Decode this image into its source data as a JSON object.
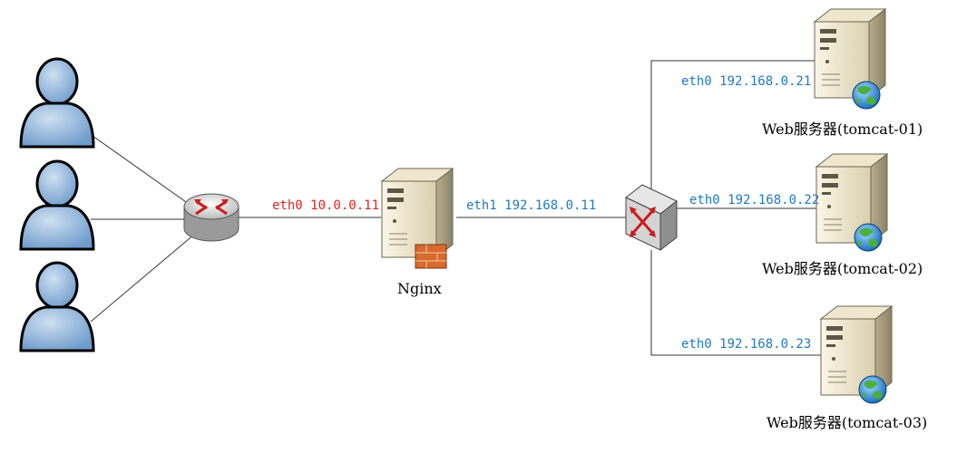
{
  "nodes": {
    "users": [
      {
        "icon": "user-icon"
      },
      {
        "icon": "user-icon"
      },
      {
        "icon": "user-icon"
      }
    ],
    "router": {
      "icon": "router-icon"
    },
    "nginx": {
      "icon": "server-firewall-icon",
      "label": "Nginx"
    },
    "switch": {
      "icon": "switch-icon"
    },
    "web_servers": [
      {
        "icon": "server-globe-icon",
        "label": "Web服务器(tomcat-01)"
      },
      {
        "icon": "server-globe-icon",
        "label": "Web服务器(tomcat-02)"
      },
      {
        "icon": "server-globe-icon",
        "label": "Web服务器(tomcat-03)"
      }
    ]
  },
  "links": {
    "router_nginx": {
      "label": "eth0 10.0.0.11",
      "color": "#e8201a"
    },
    "nginx_switch": {
      "label": "eth1 192.168.0.11",
      "color": "#1f78c8"
    },
    "switch_web": [
      {
        "label": "eth0 192.168.0.21",
        "color": "#1f78c8"
      },
      {
        "label": "eth0 192.168.0.22",
        "color": "#1f78c8"
      },
      {
        "label": "eth0 192.168.0.23",
        "color": "#1f78c8"
      }
    ]
  },
  "colors": {
    "user_body": "#8fb3d9",
    "server_body": "#e8dfc4",
    "line": "#333333"
  }
}
